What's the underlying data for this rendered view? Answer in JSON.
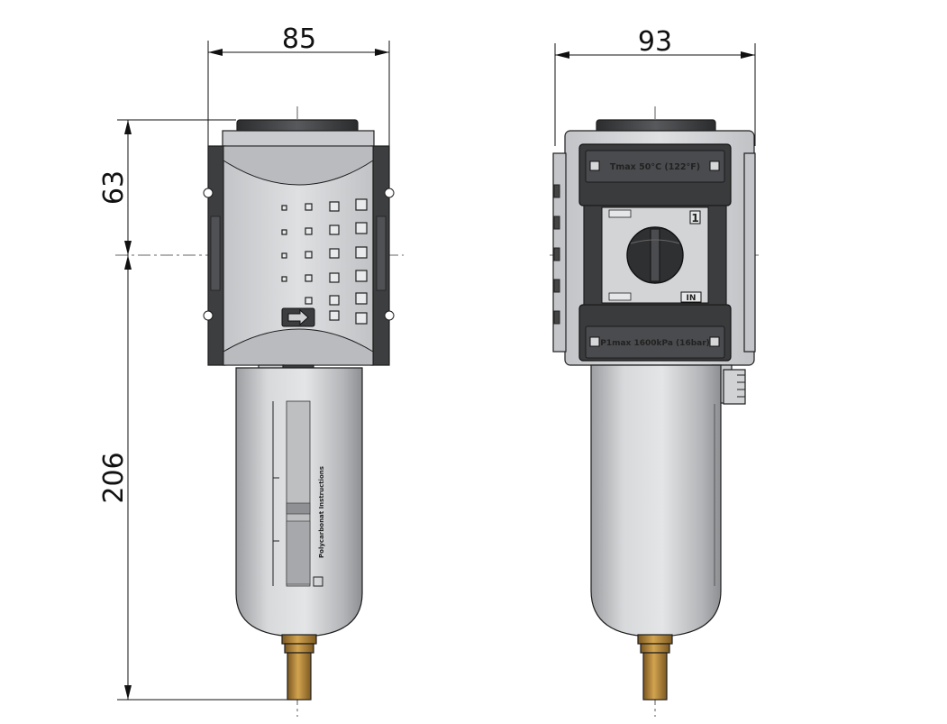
{
  "dimensions": {
    "width_left": "85",
    "width_right": "93",
    "height_top": "63",
    "height_bottom": "206"
  },
  "labels": {
    "tmax": "Tmax 50°C (122°F)",
    "pmax": "P1max 1600kPa (16bar)",
    "port_number": "1",
    "port_in": "IN",
    "bowl_text": "Polycarbonat Instructions"
  },
  "colors": {
    "body_light": "#d2d4d6",
    "body_dark": "#3c3d3f",
    "bowl": "#c9cbcd",
    "brass": "#b8893a",
    "line": "#111111"
  }
}
